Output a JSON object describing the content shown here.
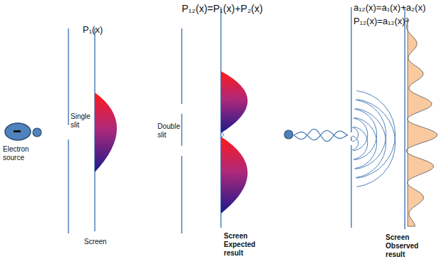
{
  "diagram": {
    "labels": [
      "P₁(x)",
      "Single slit",
      "Electron source",
      "Screen",
      "P₁₂(x)=P₁(x)+P₂(x)",
      "Double slit",
      "Screen Expected result",
      "a₁₂(x)=a₁(x)+a₂(x)",
      "P₁₂(x)=a₁₂(x)²",
      "Screen Observed result"
    ]
  }
}
